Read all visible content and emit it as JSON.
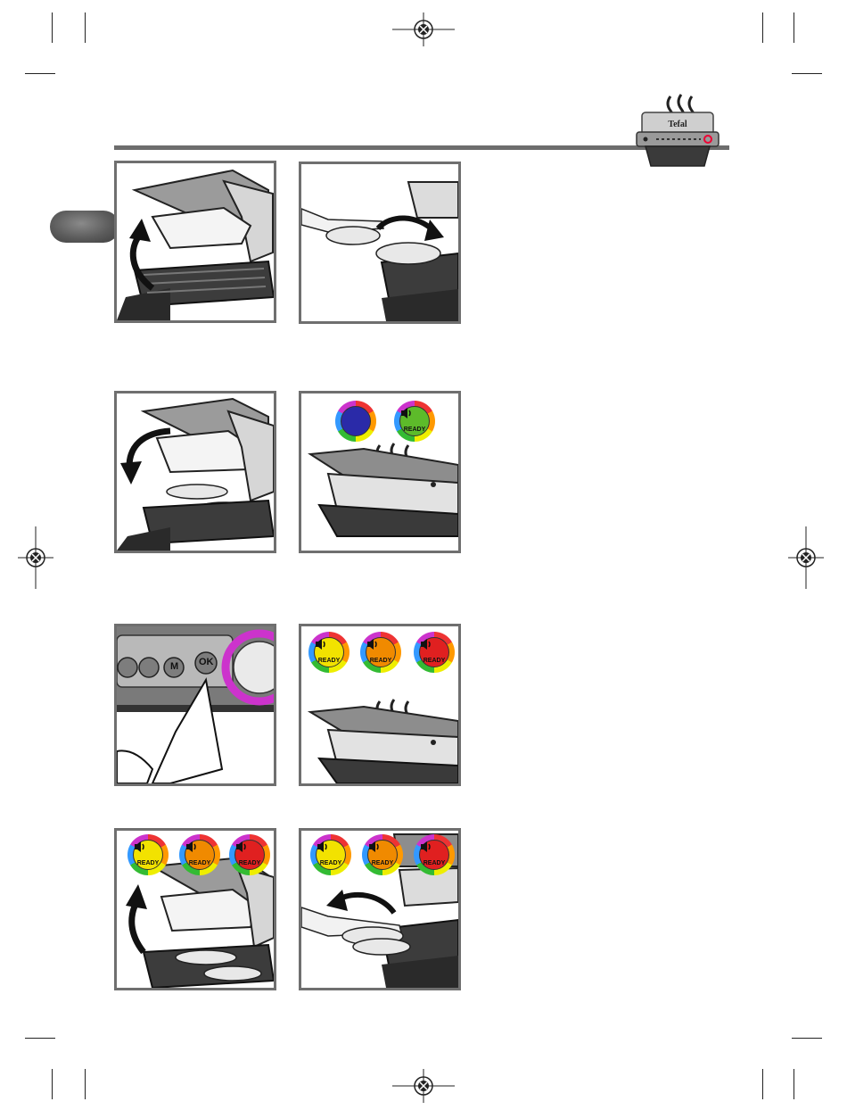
{
  "brand": {
    "logo_text": "Tefal"
  },
  "ready_text": "READY",
  "control_panel": {
    "m_label": "M",
    "ok_label": "OK"
  },
  "ready_colors": {
    "yellow": "#f2e200",
    "orange": "#f08a00",
    "red": "#e02020",
    "green": "#5dbb2a",
    "blue": "#2a2aa8"
  },
  "panels": [
    {
      "row": 1,
      "col": 1,
      "scene": "open-lid-arrow-up"
    },
    {
      "row": 1,
      "col": 2,
      "scene": "place-food-with-tongs"
    },
    {
      "row": 2,
      "col": 1,
      "scene": "close-lid-arrow-down"
    },
    {
      "row": 2,
      "col": 2,
      "scene": "preheat-blue-then-green-ready"
    },
    {
      "row": 3,
      "col": 1,
      "scene": "press-ok-button"
    },
    {
      "row": 3,
      "col": 2,
      "scene": "cooking-levels-yellow-orange-red"
    },
    {
      "row": 4,
      "col": 1,
      "scene": "open-lid-with-levels"
    },
    {
      "row": 4,
      "col": 2,
      "scene": "remove-food-with-tongs"
    }
  ]
}
